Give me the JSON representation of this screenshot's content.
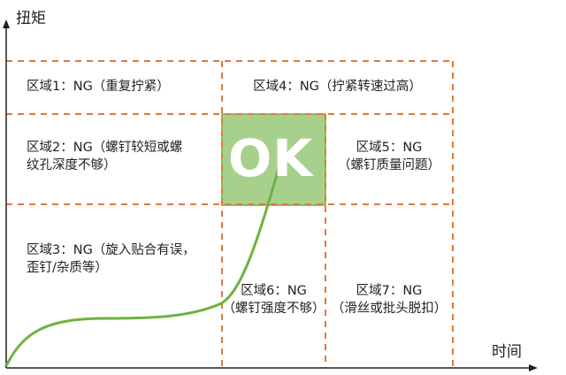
{
  "axes": {
    "y_label": "扭矩",
    "x_label": "时间"
  },
  "ok_label": "OK",
  "zones": [
    {
      "id": 1,
      "line1": "区域1：NG（重复拧紧）",
      "line2": ""
    },
    {
      "id": 4,
      "line1": "区域4：NG（拧紧转速过高）",
      "line2": ""
    },
    {
      "id": 2,
      "line1": "区域2：NG（螺钉较短或螺",
      "line2": "纹孔深度不够）"
    },
    {
      "id": 5,
      "line1": "区域5：NG",
      "line2": "（螺钉质量问题）"
    },
    {
      "id": 3,
      "line1": "区域3：NG（旋入贴合有误，",
      "line2": "歪钉/杂质等）"
    },
    {
      "id": 6,
      "line1": "区域6：NG",
      "line2": "（螺钉强度不够）"
    },
    {
      "id": 7,
      "line1": "区域7：NG",
      "line2": "（滑丝或批头脱扣）"
    }
  ],
  "colors": {
    "dash": "#E07A3A",
    "curve": "#6DB33F",
    "ok_fill": "#A8D08D",
    "ok_stroke": "#6DB33F",
    "axis": "#222222"
  }
}
